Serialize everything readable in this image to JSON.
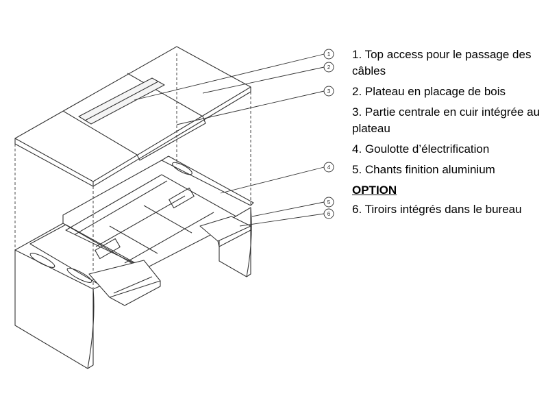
{
  "legend": {
    "items": [
      {
        "number": "1",
        "text": "1. Top access pour le passage des câbles"
      },
      {
        "number": "2",
        "text": "2. Plateau en placage de bois"
      },
      {
        "number": "3",
        "text": "3. Partie centrale en cuir intégrée au plateau"
      },
      {
        "number": "4",
        "text": "4. Goulotte d’électrification"
      },
      {
        "number": "5",
        "text": "5. Chants finition aluminium"
      }
    ],
    "option_heading": "OPTION",
    "option_items": [
      {
        "number": "6",
        "text": "6. Tiroirs intégrés dans le bureau"
      }
    ]
  },
  "callouts": [
    "1",
    "2",
    "3",
    "4",
    "5",
    "6"
  ]
}
